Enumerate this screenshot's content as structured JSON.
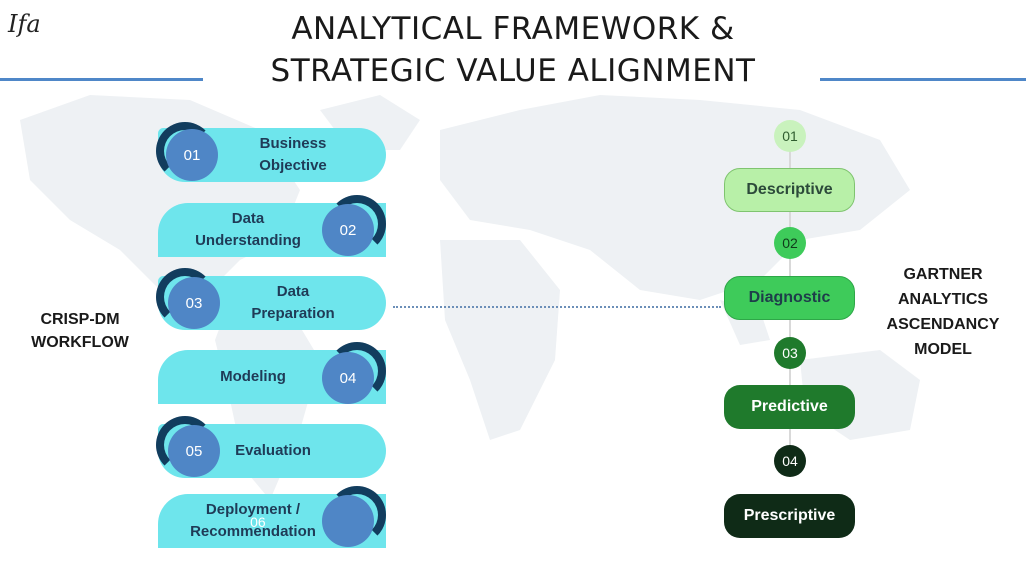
{
  "logo_text": "Ifa",
  "title": {
    "line1": "ANALYTICAL FRAMEWORK &",
    "line2": "STRATEGIC VALUE ALIGNMENT"
  },
  "crisp_label": {
    "line1": "CRISP-DM",
    "line2": "WORKFLOW"
  },
  "gartner_label": {
    "line1": "GARTNER",
    "line2": "ANALYTICS",
    "line3": "ASCENDANCY",
    "line4": "MODEL"
  },
  "crisp_steps": [
    {
      "number": "01",
      "line1": "Business",
      "line2": "Objective"
    },
    {
      "number": "02",
      "line1": "Data",
      "line2": "Understanding"
    },
    {
      "number": "03",
      "line1": "Data",
      "line2": "Preparation"
    },
    {
      "number": "04",
      "line1": "Modeling",
      "line2": ""
    },
    {
      "number": "05",
      "line1": "Evaluation",
      "line2": ""
    },
    {
      "number": "06",
      "line1": "Deployment /",
      "line2": "Recommendation"
    }
  ],
  "gartner_steps": [
    {
      "number": "01",
      "label": "Descriptive"
    },
    {
      "number": "02",
      "label": "Diagnostic"
    },
    {
      "number": "03",
      "label": "Predictive"
    },
    {
      "number": "04",
      "label": "Prescriptive"
    }
  ],
  "colors": {
    "step_fill": "#6ee5ec",
    "badge_fill": "#4f86c6",
    "ring": "#123d5e",
    "rule": "#4f87c8",
    "map": "#eef1f4",
    "gartner_1": "#b8f0a8",
    "gartner_2": "#3ecb5a",
    "gartner_3": "#1f7a2c",
    "gartner_4": "#0f2b17"
  }
}
